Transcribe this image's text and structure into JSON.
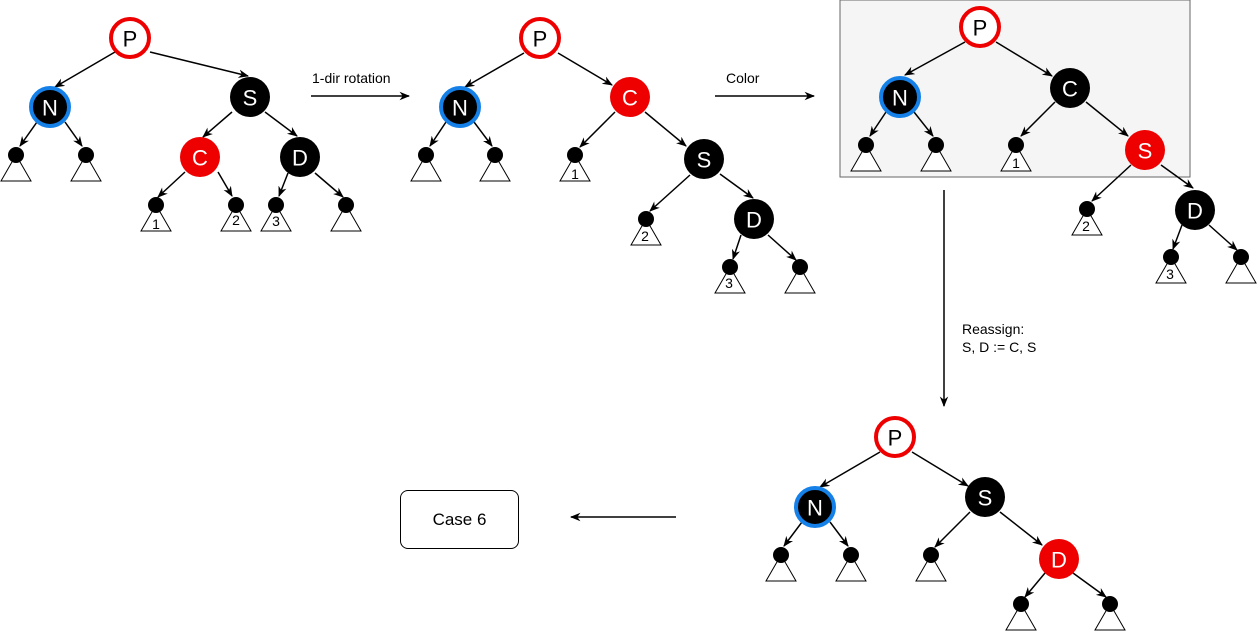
{
  "steps": {
    "rotation_label": "1-dir rotation",
    "color_label": "Color",
    "reassign_line1": "Reassign:",
    "reassign_line2": "S, D := C, S"
  },
  "case_box": {
    "label": "Case 6"
  },
  "node_labels": {
    "P": "P",
    "N": "N",
    "S": "S",
    "C": "C",
    "D": "D"
  },
  "subtree_labels": {
    "one": "1",
    "two": "2",
    "three": "3"
  },
  "colors": {
    "red": "#ee0000",
    "blue": "#1581e8",
    "black": "#000000",
    "highlight_bg": "#f5f5f5"
  }
}
